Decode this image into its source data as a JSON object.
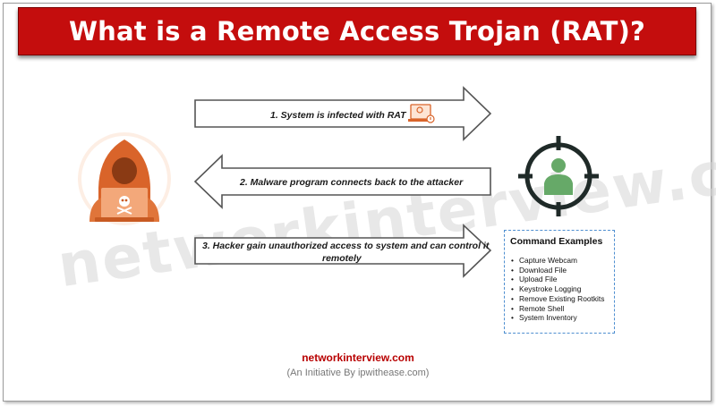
{
  "title": "What is a Remote Access Trojan (RAT)?",
  "watermark": "networkinterview.com",
  "arrows": [
    {
      "label": "1. System is infected with RAT",
      "direction": "right"
    },
    {
      "label": "2. Malware program connects back to the attacker",
      "direction": "left"
    },
    {
      "label_line1": "3. Hacker gain unauthorized access to system and can control it",
      "label_line2": "remotely",
      "direction": "right"
    }
  ],
  "icons": {
    "hacker": "hacker-icon",
    "skull": "skull-icon",
    "infected_system": "infected-system-icon",
    "target": "target-user-icon"
  },
  "command_box": {
    "title": "Command Examples",
    "items": [
      "Capture Webcam",
      "Download File",
      "Upload File",
      "Keystroke Logging",
      "Remove Existing Rootkits",
      "Remote Shell",
      "System Inventory"
    ]
  },
  "footer": {
    "site": "networkinterview.com",
    "initiative": "(An Initiative By ipwithease.com)"
  },
  "colors": {
    "banner": "#c40d0d",
    "hacker": "#d9642a",
    "target_green": "#66a968",
    "target_dark": "#1f2a28",
    "box_border": "#4f8fd0"
  }
}
